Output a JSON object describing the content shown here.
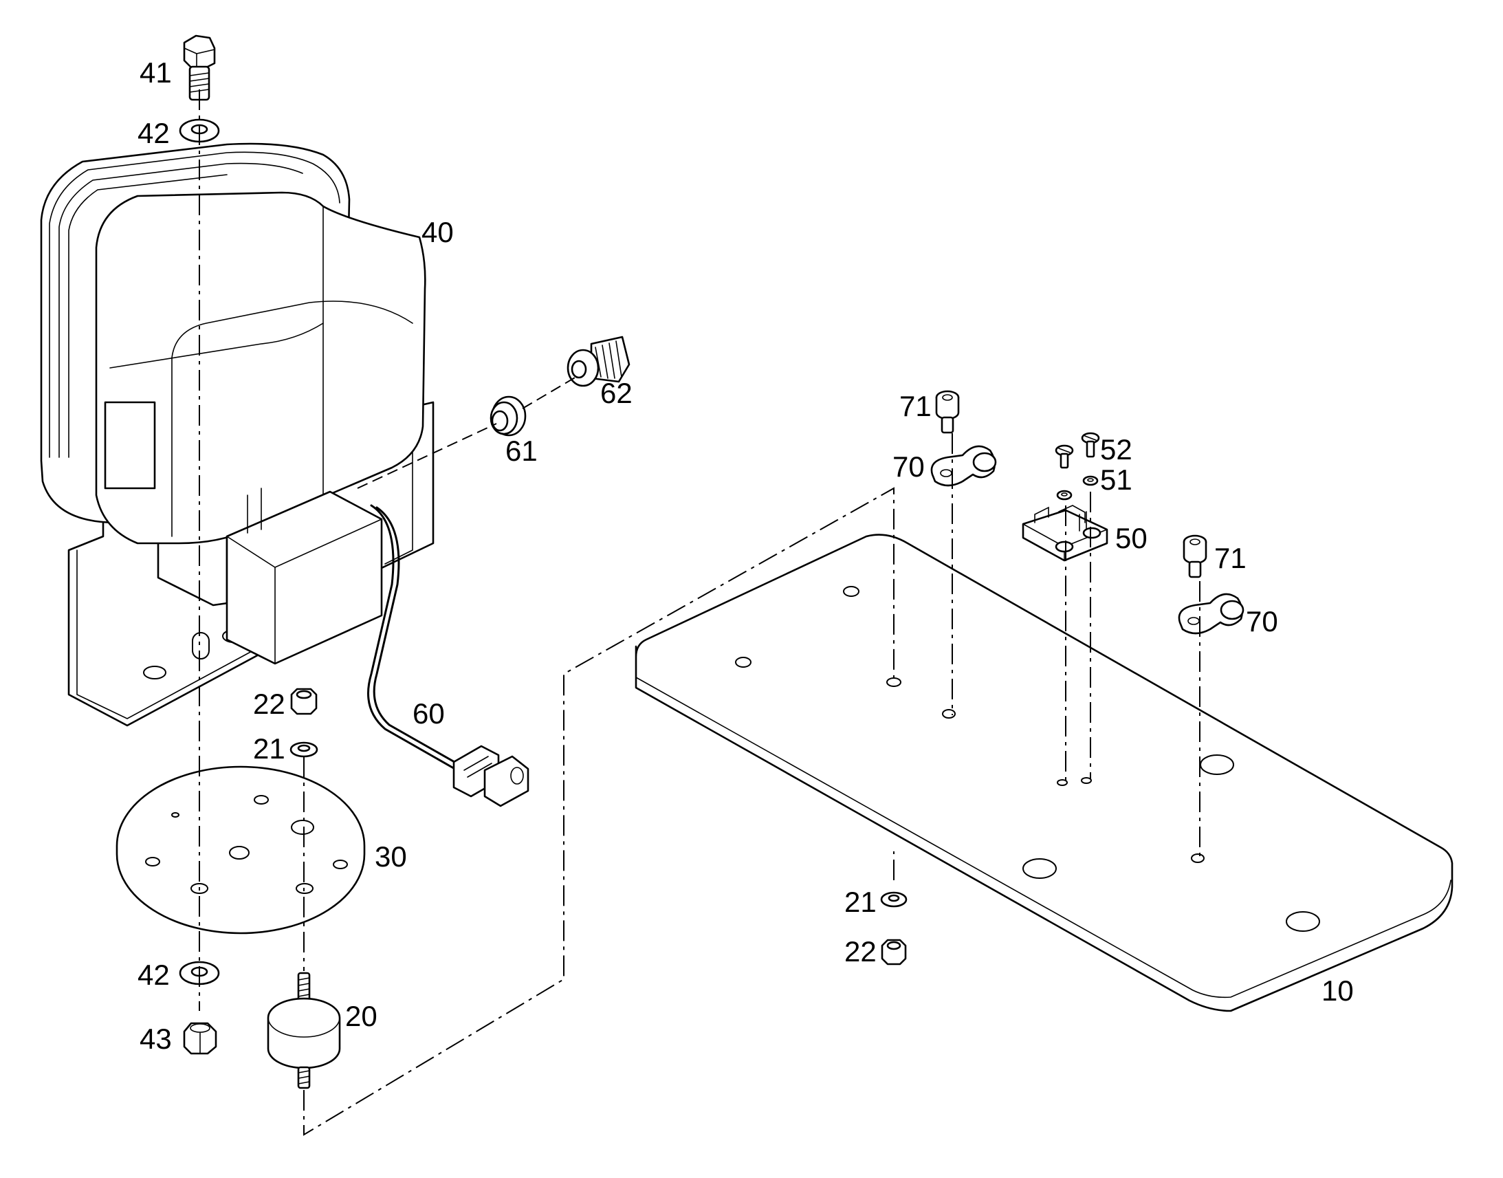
{
  "callouts": {
    "c10": "10",
    "c20": "20",
    "c21a": "21",
    "c21b": "21",
    "c22a": "22",
    "c22b": "22",
    "c30": "30",
    "c40": "40",
    "c41": "41",
    "c42a": "42",
    "c42b": "42",
    "c43": "43",
    "c50": "50",
    "c51": "51",
    "c52": "52",
    "c60": "60",
    "c61": "61",
    "c62": "62",
    "c70a": "70",
    "c70b": "70",
    "c71a": "71",
    "c71b": "71"
  }
}
